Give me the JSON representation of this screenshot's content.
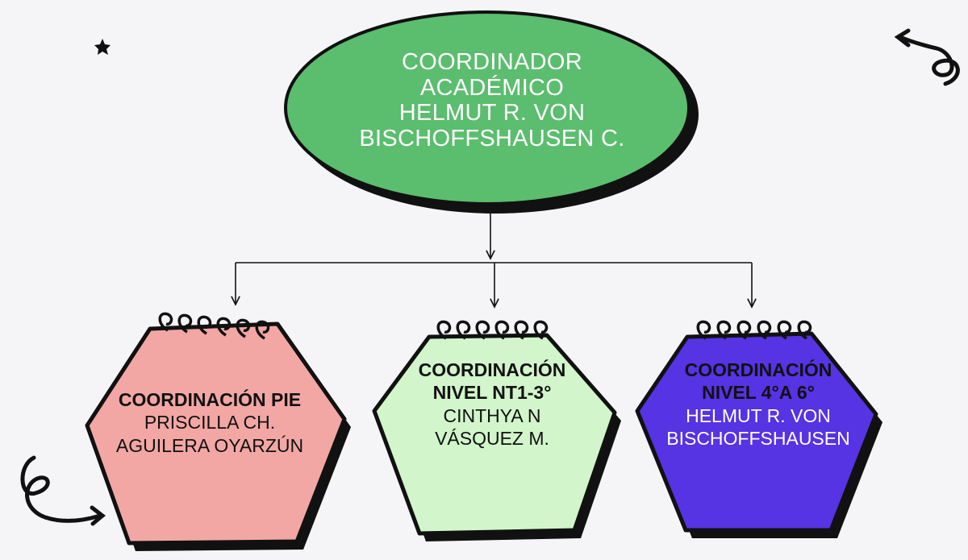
{
  "root": {
    "lines": [
      "COORDINADOR",
      "ACADÉMICO",
      "HELMUT R. VON",
      "BISCHOFFSHAUSEN C."
    ],
    "fill": "#5bbd6e"
  },
  "children": [
    {
      "title": "COORDINACIÓN PIE",
      "lines": [
        "PRISCILLA CH.",
        "AGUILERA OYARZÚN"
      ],
      "fill": "#f2a7a5"
    },
    {
      "title_lines": [
        "COORDINACIÓN",
        "NIVEL NT1-3°"
      ],
      "lines": [
        "CINTHYA N",
        "VÁSQUEZ M."
      ],
      "fill": "#d2f5cb"
    },
    {
      "title_lines": [
        "COORDINACIÓN",
        "NIVEL 4°A 6°"
      ],
      "lines": [
        "HELMUT R. VON",
        "BISCHOFFSHAUSEN"
      ],
      "fill": "#5633e3"
    }
  ],
  "decorations": {
    "star": "star-icon",
    "spirals": [
      "spiral-arrow-top-right-icon",
      "spiral-arrow-bottom-left-icon"
    ],
    "binding_rings": "spiral-binding-icon",
    "outline_color": "#000000"
  }
}
